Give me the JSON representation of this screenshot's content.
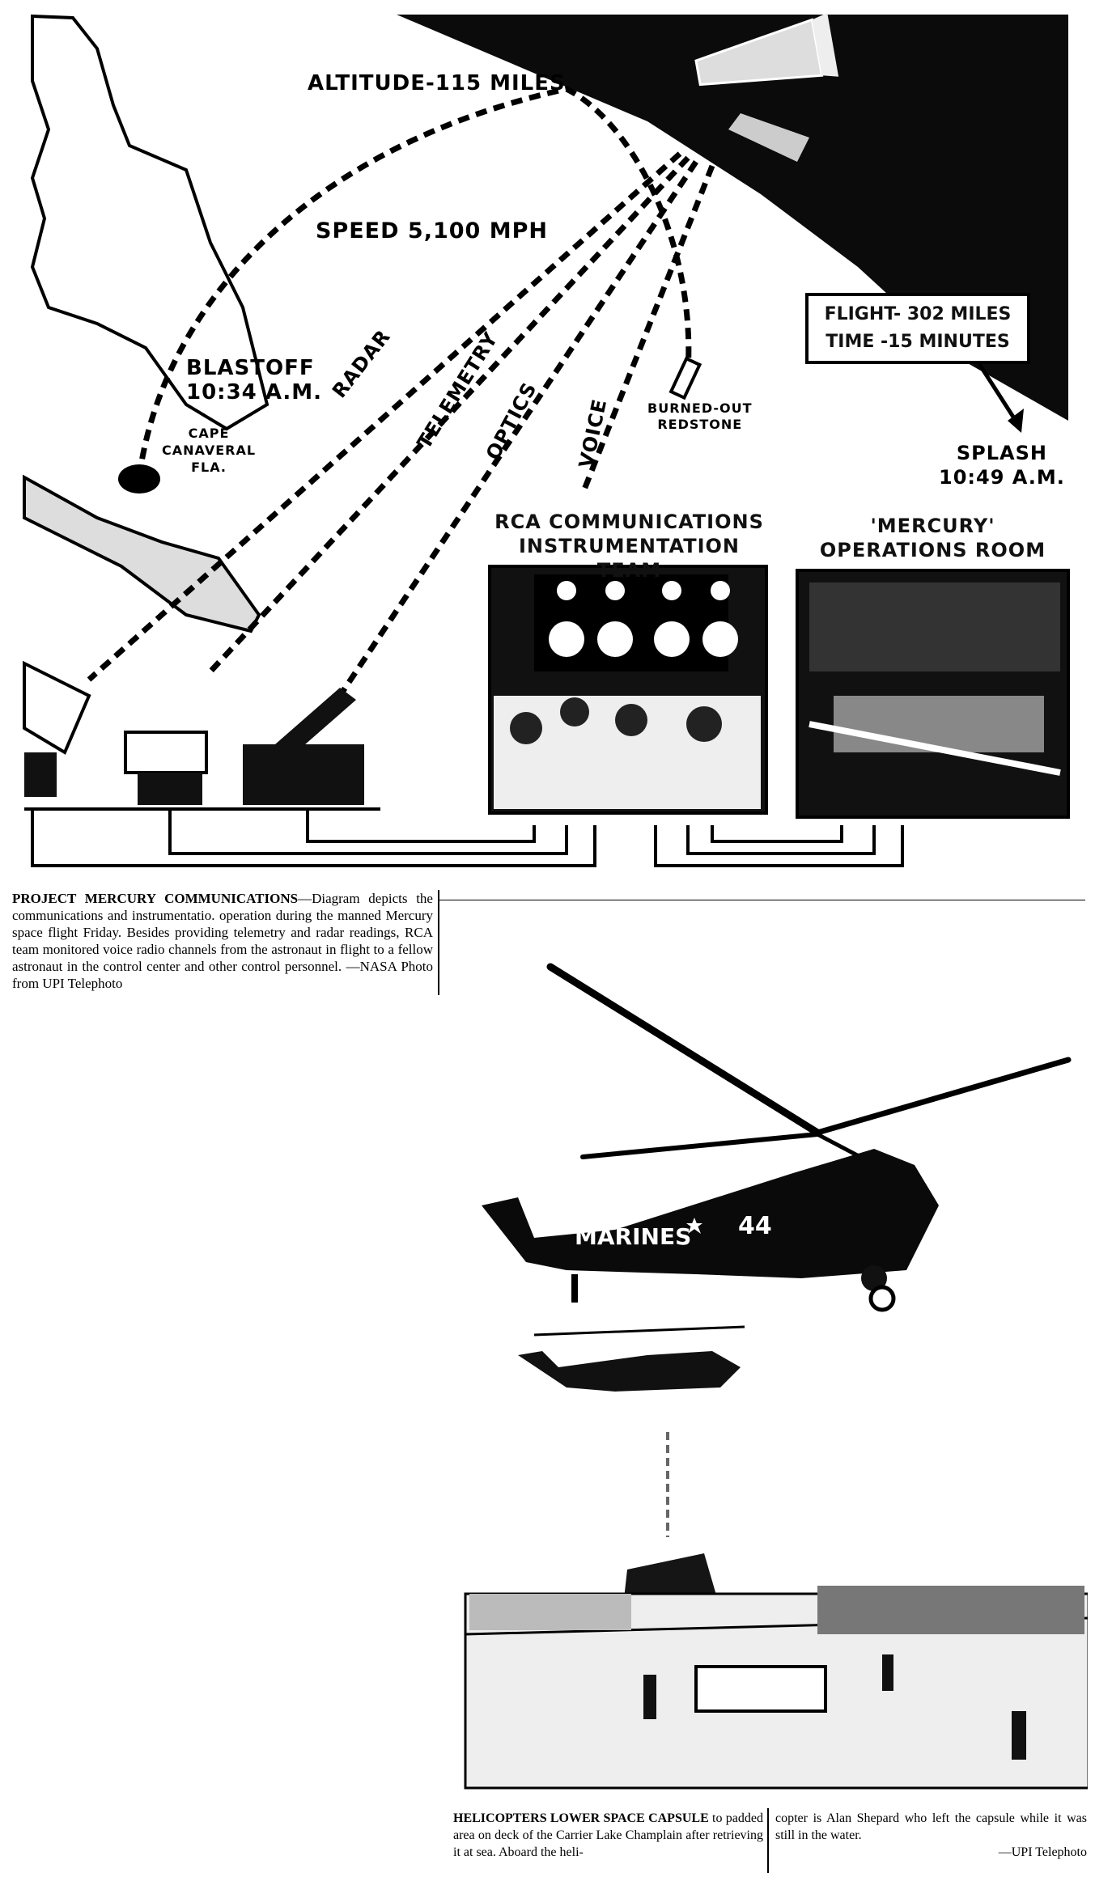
{
  "diagram": {
    "labels": {
      "altitude": "ALTITUDE-115 MILES",
      "speed": "SPEED 5,100 MPH",
      "blastoff": [
        "BLASTOFF",
        "10:34 A.M."
      ],
      "cape": [
        "CAPE",
        "CANAVERAL",
        "FLA."
      ],
      "radar": "RADAR",
      "telemetry": "TELEMETRY",
      "optics": "OPTICS",
      "voice": "VOICE",
      "burned_out": [
        "BURNED-OUT",
        "REDSTONE"
      ],
      "flight": [
        "FLIGHT- 302 MILES",
        "TIME -15 MINUTES"
      ],
      "splash": [
        "SPLASH",
        "10:49 A.M."
      ],
      "rca_team": [
        "RCA COMMUNICATIONS",
        "INSTRUMENTATION TEAM"
      ],
      "ops_room": [
        "'MERCURY'",
        "OPERATIONS ROOM"
      ]
    }
  },
  "caption1": {
    "lead": "PROJECT MERCURY COMMUNICATIONS",
    "body": "—Diagram depicts the communications and instrumentatio. operation during the manned Mercury space flight Friday. Besides providing telemetry and radar readings, RCA team monitored voice radio channels from the astronaut in flight to a fellow astronaut in the control center and other control personnel.",
    "credit": "—NASA Photo from UPI Telephoto"
  },
  "photo": {
    "helicopter_marking": "MARINES",
    "helicopter_number": "44"
  },
  "caption2": {
    "lead": "HELICOPTERS LOWER SPACE CAPSULE",
    "col1": " to padded area on deck of the Carrier Lake Champlain after retrieving it at sea. Aboard the heli-",
    "col2": "copter is Alan Shepard who left the capsule while it was still in the water.",
    "credit": "—UPI Telephoto"
  }
}
